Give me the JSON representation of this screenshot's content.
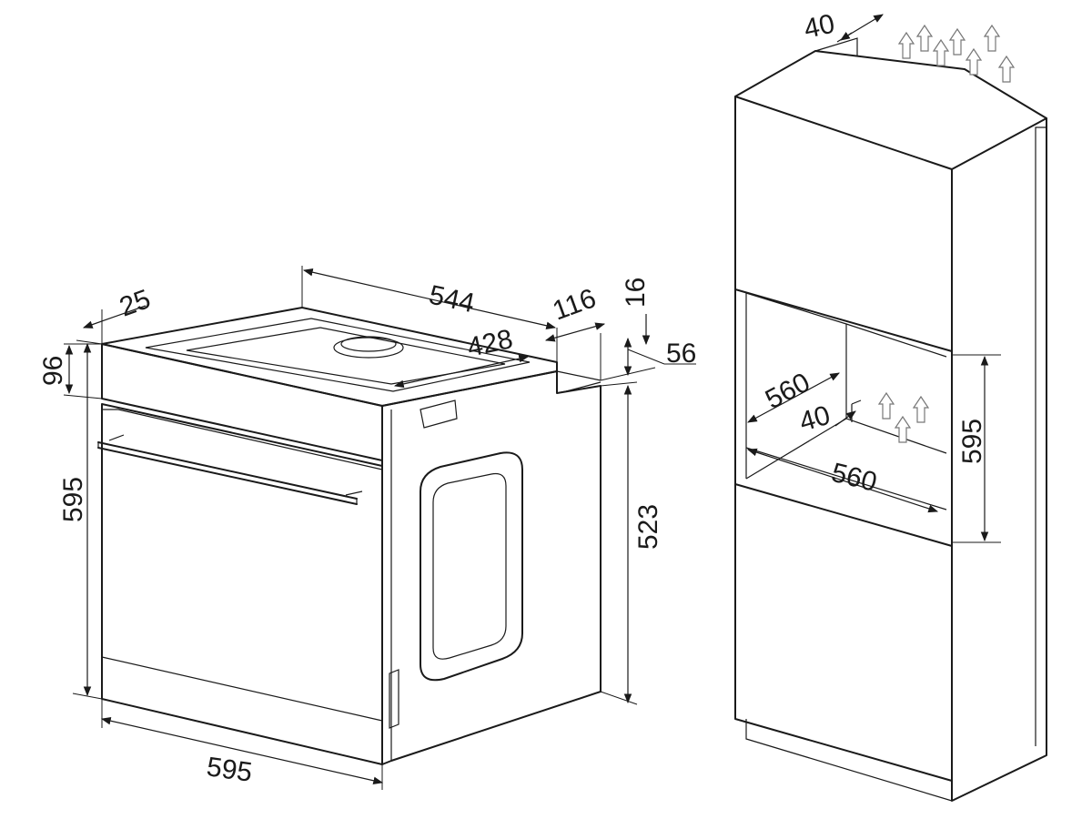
{
  "oven": {
    "top_depth": "25",
    "overall_depth": "544",
    "inner_depth": "428",
    "rear_step": "116",
    "top_offset": "16",
    "rear_height": "56",
    "panel_height": "96",
    "front_height": "595",
    "body_height": "523",
    "front_width": "595"
  },
  "cabinet": {
    "top_vent": "40",
    "niche_width": "560",
    "niche_vent": "40",
    "niche_depth": "560",
    "niche_height": "595"
  },
  "colors": {
    "line": "#1a1a1a",
    "airflow_arrow": "#777777"
  }
}
